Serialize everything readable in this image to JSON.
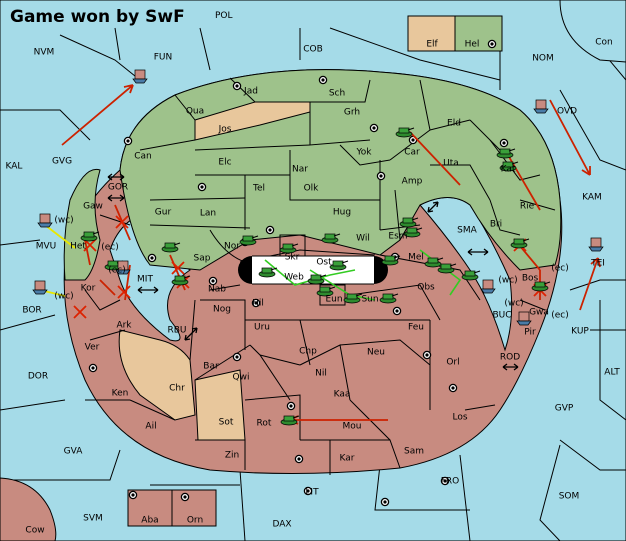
{
  "header": {
    "title": "Game won by SwF",
    "subtitle": "POL"
  },
  "colors": {
    "sea": "#a5dbe8",
    "power_green": "#9ec28b",
    "power_red": "#c88b80",
    "neutral": "#e8c79c",
    "move_red": "#cc2200",
    "move_green": "#33cc22",
    "move_yellow": "#e8e800"
  },
  "legend": {
    "elf": "Elf",
    "hel": "Hel"
  },
  "sea_labels": [
    "NVM",
    "FUN",
    "COB",
    "NOM",
    "Con",
    "OVD",
    "KAL",
    "GVG",
    "KAM",
    "MVU",
    "BOR",
    "SMA",
    "BUC",
    "KUP",
    "TEI",
    "DOR",
    "ALT",
    "RBU",
    "ROD",
    "GVP",
    "GVA",
    "FRO",
    "SOM",
    "LIT",
    "SVM",
    "DAX",
    "Cow",
    "MIT",
    "GOR"
  ],
  "land_labels": [
    "Jad",
    "Sch",
    "Qua",
    "Jos",
    "Grh",
    "Eld",
    "Can",
    "Car",
    "Yok",
    "Nar",
    "Elc",
    "Tel",
    "Uta",
    "Olk",
    "Kat",
    "Amp",
    "Gur",
    "Lan",
    "Hug",
    "Gaw",
    "Rie",
    "Wil",
    "Esm",
    "Bri",
    "Nor",
    "Skr",
    "Het",
    "Sap",
    "Ost",
    "Mel",
    "Web",
    "Kor",
    "Nab",
    "Obs",
    "Bos",
    "Eun",
    "Sun",
    "Hil",
    "Nog",
    "Gwa",
    "Ark",
    "Uru",
    "Feu",
    "Pir",
    "Ver",
    "Chp",
    "Neu",
    "Bar",
    "Orl",
    "Qwi",
    "Nil",
    "Ken",
    "Chr",
    "Kaa",
    "Los",
    "Sot",
    "Ail",
    "Rot",
    "Mou",
    "Zin",
    "Kar",
    "Sam",
    "Aba",
    "Orn"
  ],
  "annotations": [
    "(wc)",
    "(ec)",
    "(ec)",
    "(wc)",
    "(wc)",
    "(ec)",
    "(wc)",
    "(ec)"
  ]
}
